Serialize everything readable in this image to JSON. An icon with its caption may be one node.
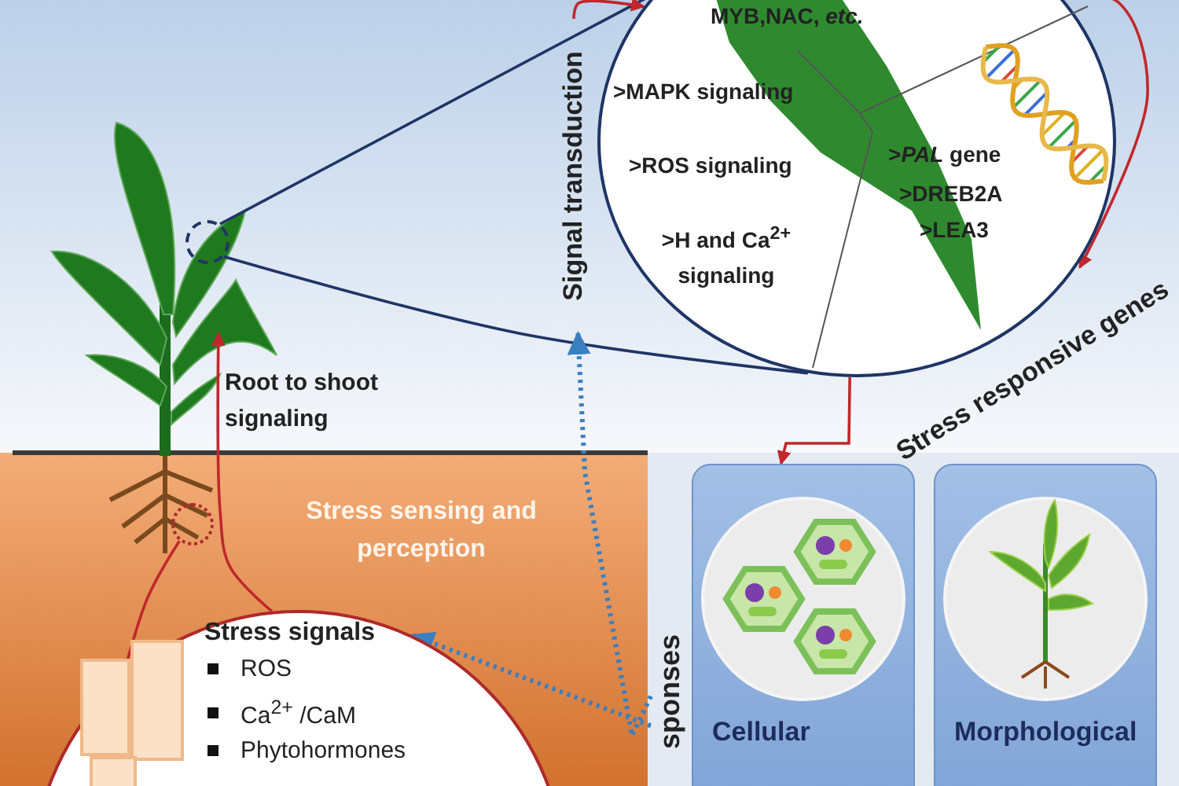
{
  "diagram": {
    "nodes": [
      {
        "text": [
          "MYB,NAC, *etc.*",
          ">MAPK signaling",
          ">ROS signaling",
          ">H and Ca$^{2+}$ signaling",
          ">*PAL* gene",
          ">DREB2A",
          ">LEA3"
        ]
      },
      {
        "text": [],
        "shape": "circle"
      },
      {
        "text": [
          "Signal transduction"
        ]
      },
      {
        "text": [
          "Stress responsive genes"
        ]
      },
      {
        "text": [],
        "shape": "circle"
      },
      {
        "text": [
          "Stress signals",
          "ROS",
          "Ca$^{2+}$ /CaM",
          "Phytohormones"
        ]
      },
      {
        "text": [
          "sponses"
        ]
      },
      {
        "text": [
          "Cellular"
        ]
      },
      {
        "text": [
          "Morphological"
        ]
      }
    ],
    "edges": [
      {
        "from": 1,
        "to": 0,
        "arrow": "none",
        "color": "#1f3566"
      },
      {
        "from": 1,
        "to": 0,
        "arrow": "none",
        "color": "#1f3566"
      },
      {
        "from": 4,
        "to": 5,
        "arrow": "none"
      },
      {
        "from": 5,
        "to": null,
        "arrow": "to"
      },
      {
        "from": 6,
        "to": 5,
        "arrow": "to",
        "style": "dashed",
        "color": "#3a7fc0"
      },
      {
        "from": 6,
        "to": 2,
        "arrow": "to",
        "style": "dashed",
        "color": "#3a7fc0"
      },
      {
        "from": 0,
        "to": 7,
        "arrow": "to"
      },
      {
        "from": 0,
        "to": 3,
        "arrow": "to"
      },
      {
        "from": 2,
        "to": 0,
        "arrow": "to"
      }
    ],
    "labels": [
      "Root to shoot signaling",
      "Stress sensing and perception"
    ]
  }
}
